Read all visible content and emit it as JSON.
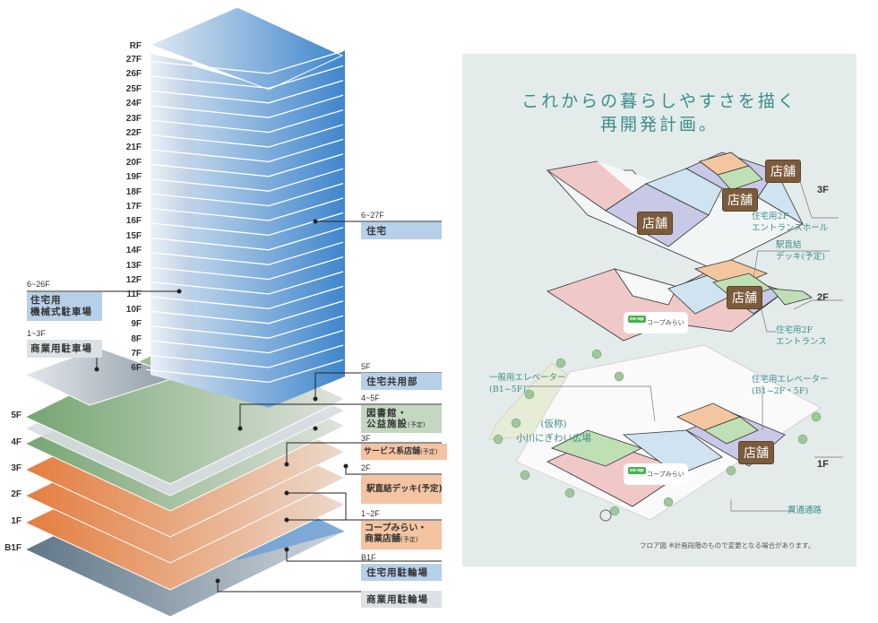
{
  "tower": {
    "floor_labels": [
      "RF",
      "27F",
      "26F",
      "25F",
      "24F",
      "23F",
      "22F",
      "21F",
      "20F",
      "19F",
      "18F",
      "17F",
      "16F",
      "15F",
      "14F",
      "13F",
      "12F",
      "11F",
      "10F",
      "9F",
      "8F",
      "7F",
      "6F"
    ],
    "podium_labels": [
      "5F",
      "4F",
      "3F",
      "2F",
      "1F",
      "B1F"
    ]
  },
  "callouts": {
    "residential_parking": {
      "range": "6~26F",
      "label_line1": "住宅用",
      "label_line2": "機械式駐車場"
    },
    "commercial_parking": {
      "range": "1~3F",
      "label": "商業用駐車場"
    },
    "residential": {
      "range": "6~27F",
      "label": "住宅"
    },
    "residential_common": {
      "range": "5F",
      "label": "住宅共用部"
    },
    "library": {
      "range": "4~5F",
      "label_line1": "図書館・",
      "label_line2": "公益施設",
      "note": "(予定)"
    },
    "service_shops": {
      "range": "3F",
      "label": "サービス系店舗",
      "note": "(予定)"
    },
    "station_deck": {
      "range": "2F",
      "label": "駅直結デッキ(予定)"
    },
    "coop": {
      "range": "1~2F",
      "label_line1": "コープみらい・",
      "label_line2": "商業店舗",
      "note": "(予定)"
    },
    "residential_bicycle": {
      "range": "B1F",
      "label": "住宅用駐輪場"
    },
    "commercial_bicycle": {
      "label": "商業用駐輪場"
    }
  },
  "colors": {
    "residential": "#5b95cf",
    "green": "#7fa97a",
    "orange": "#e8864a",
    "slate": "#6f8596",
    "panel": "#e4ebeb",
    "teal": "#3a8f8a",
    "shop": "#7b5b3c"
  },
  "panel": {
    "title_line1": "これからの暮らしやすさを描く",
    "title_line2": "再開発計画。",
    "shop_label": "店舗",
    "floors": [
      "3F",
      "2F",
      "1F"
    ],
    "coop_logo": "co-op",
    "coop_name": "コープみらい",
    "annotations": {
      "entrance_hall_1": "住宅用2F",
      "entrance_hall_2": "エントランスホール",
      "deck_1": "駅直結",
      "deck_2": "デッキ(予定)",
      "entrance_1": "住宅用2F",
      "entrance_2": "エントランス",
      "general_elev_1": "一般用エレベーター",
      "general_elev_2": "(B1~5F)",
      "res_elev_1": "住宅用エレベーター",
      "res_elev_2": "(B1~2F・5F)",
      "plaza_1": "(仮称)",
      "plaza_2": "小川にぎわい広場",
      "passage": "貫通通路"
    },
    "footnote": "フロア図 ※計画段階のもので変更となる場合があります。"
  }
}
